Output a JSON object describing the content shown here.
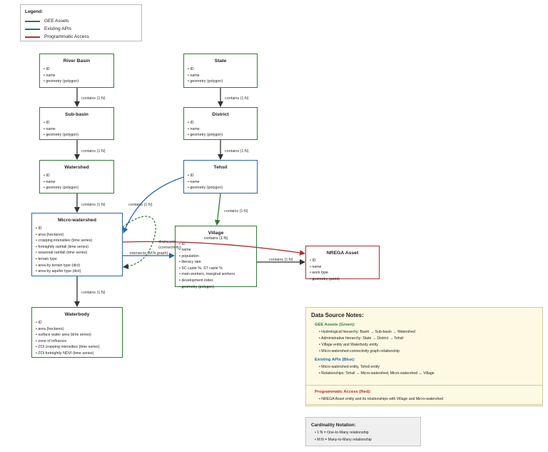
{
  "legend": {
    "title": "Legend:",
    "items": [
      {
        "label": "GEE Assets",
        "color": "#2e7d32"
      },
      {
        "label": "Existing APIs",
        "color": "#2a66a8"
      },
      {
        "label": "Programmatic Access",
        "color": "#b03030"
      }
    ]
  },
  "colors": {
    "gee": "#2e7d32",
    "api": "#2a66a8",
    "prog": "#b03030",
    "edge": "#333333"
  },
  "entities": {
    "river_basin": {
      "title": "River Basin",
      "attributes": [
        "ID",
        "name",
        "geometry (polygon)"
      ]
    },
    "sub_basin": {
      "title": "Sub-basin",
      "attributes": [
        "ID",
        "name",
        "geometry (polygon)"
      ]
    },
    "watershed": {
      "title": "Watershed",
      "attributes": [
        "ID",
        "name",
        "geometry (polygon)"
      ]
    },
    "micro_watershed": {
      "title": "Micro-watershed",
      "attributes": [
        "ID",
        "area (hectares)",
        "cropping intensities (time series)",
        "fortnightly rainfall (time series)",
        "seasonal rainfall (time series)",
        "terrain type",
        "area by terrain type (dict)",
        "area by aquifer type (dict)"
      ]
    },
    "waterbody": {
      "title": "Waterbody",
      "attributes": [
        "ID",
        "area (hectares)",
        "surface water area (time series)",
        "zone of influence",
        "ZOI cropping intensities (time series)",
        "ZOI fortnightly NDVI (time series)"
      ]
    },
    "state": {
      "title": "State",
      "attributes": [
        "ID",
        "name",
        "geometry (polygon)"
      ]
    },
    "district": {
      "title": "District",
      "attributes": [
        "ID",
        "name",
        "geometry (polygon)"
      ]
    },
    "tehsil": {
      "title": "Tehsil",
      "attributes": [
        "ID",
        "name",
        "geometry (polygon)"
      ]
    },
    "village": {
      "title": "Village",
      "subtitle": "contains (1:N)",
      "attributes": [
        "ID",
        "name",
        "population",
        "literacy rate",
        "SC caste %, ST caste %",
        "main workers, marginal workers",
        "development index",
        "geometry (polygon)"
      ]
    },
    "nrega_asset": {
      "title": "NREGA Asset",
      "attributes": [
        "ID",
        "name",
        "work type",
        "geometry (point)"
      ]
    }
  },
  "edges": {
    "contains_1n": "contains (1:N)",
    "drains_into": "drains into",
    "connectivity": "(connectivity)",
    "intersects": "intersects (M:N graph)"
  },
  "notes": {
    "title": "Data Source Notes:",
    "gee_head": "GEE Assets (Green):",
    "gee_items": [
      "Hydrological hierarchy: Basin → Sub-basin → Watershed",
      "Administrative hierarchy: State → District → Tehsil",
      "Village entity and Waterbody entity",
      "Micro-watershed connectivity graph relationship"
    ],
    "api_head": "Existing APIs (Blue):",
    "api_items": [
      "Micro-watershed entity, Tehsil entity",
      "Relationships: Tehsil → Micro-watershed, Micro-watershed ↔ Village"
    ],
    "prog_head": "Programmatic Access (Red):",
    "prog_items": [
      "NREGA Asset entity and its relationships with Village and Micro-watershed"
    ]
  },
  "cardinality": {
    "title": "Cardinality Notation:",
    "items": [
      "1:N = One-to-Many relationship",
      "M:N = Many-to-Many relationship"
    ]
  }
}
